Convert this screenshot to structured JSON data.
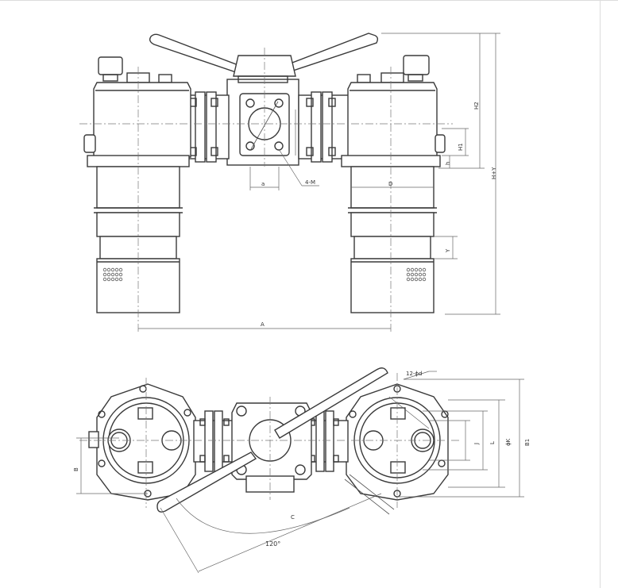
{
  "labels": {
    "dim_h2": "H2",
    "dim_hy": "H+Y",
    "dim_h1": "H1",
    "dim_h": "h",
    "dim_a_small": "a",
    "dim_4m": "4-M",
    "dim_d": "D",
    "dim_y": "Y",
    "dim_a": "A",
    "dim_12d": "12-ϕd",
    "dim_j": "J",
    "dim_l": "L",
    "dim_k": "ϕK",
    "dim_b1": "B1",
    "dim_b": "B",
    "dim_c": "C",
    "dim_angle": "120°"
  },
  "colors": {
    "line": "#3a3a3a",
    "background": "#ffffff"
  }
}
